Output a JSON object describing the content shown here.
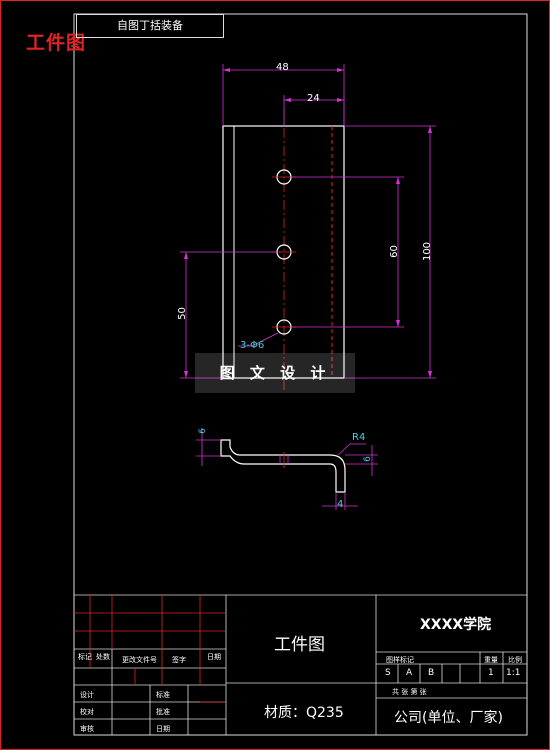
{
  "overlay": {
    "title": "工件图",
    "stamp": "自图丁括装备"
  },
  "dimensions": {
    "width_48": "48",
    "width_24": "24",
    "height_100": "100",
    "height_60": "60",
    "height_50": "50",
    "holes": "3-Φ6",
    "radius": "R4",
    "thk_6_left": "6",
    "thk_6_right": "6",
    "flange_4": "4"
  },
  "watermark": {
    "text": "图 文 设 计"
  },
  "title_block": {
    "drawing_name": "工件图",
    "material": "材质：Q235",
    "school": "XXXX学院",
    "company": "公司(单位、厂家)",
    "scale_value": "1:1",
    "count_value": "1",
    "stage_s": "S",
    "stage_a": "A",
    "stage_b": "B",
    "label_stage": "图样标记",
    "label_weight": "重量",
    "label_ratio": "比例",
    "label_sheets": "共 张 第 张",
    "label_design": "设计",
    "label_proof": "校对",
    "label_review": "审核",
    "label_std": "标准",
    "label_approve": "批准",
    "label_date": "日期",
    "label_mark": "标记",
    "label_place": "处数",
    "label_change": "更改文件号",
    "label_sign": "签字",
    "label_date2": "日期"
  },
  "colors": {
    "frame": "#e02424",
    "outline": "#ffffff",
    "dimension": "#d633d6",
    "centerline": "#e02424",
    "text": "#40d0e0"
  }
}
